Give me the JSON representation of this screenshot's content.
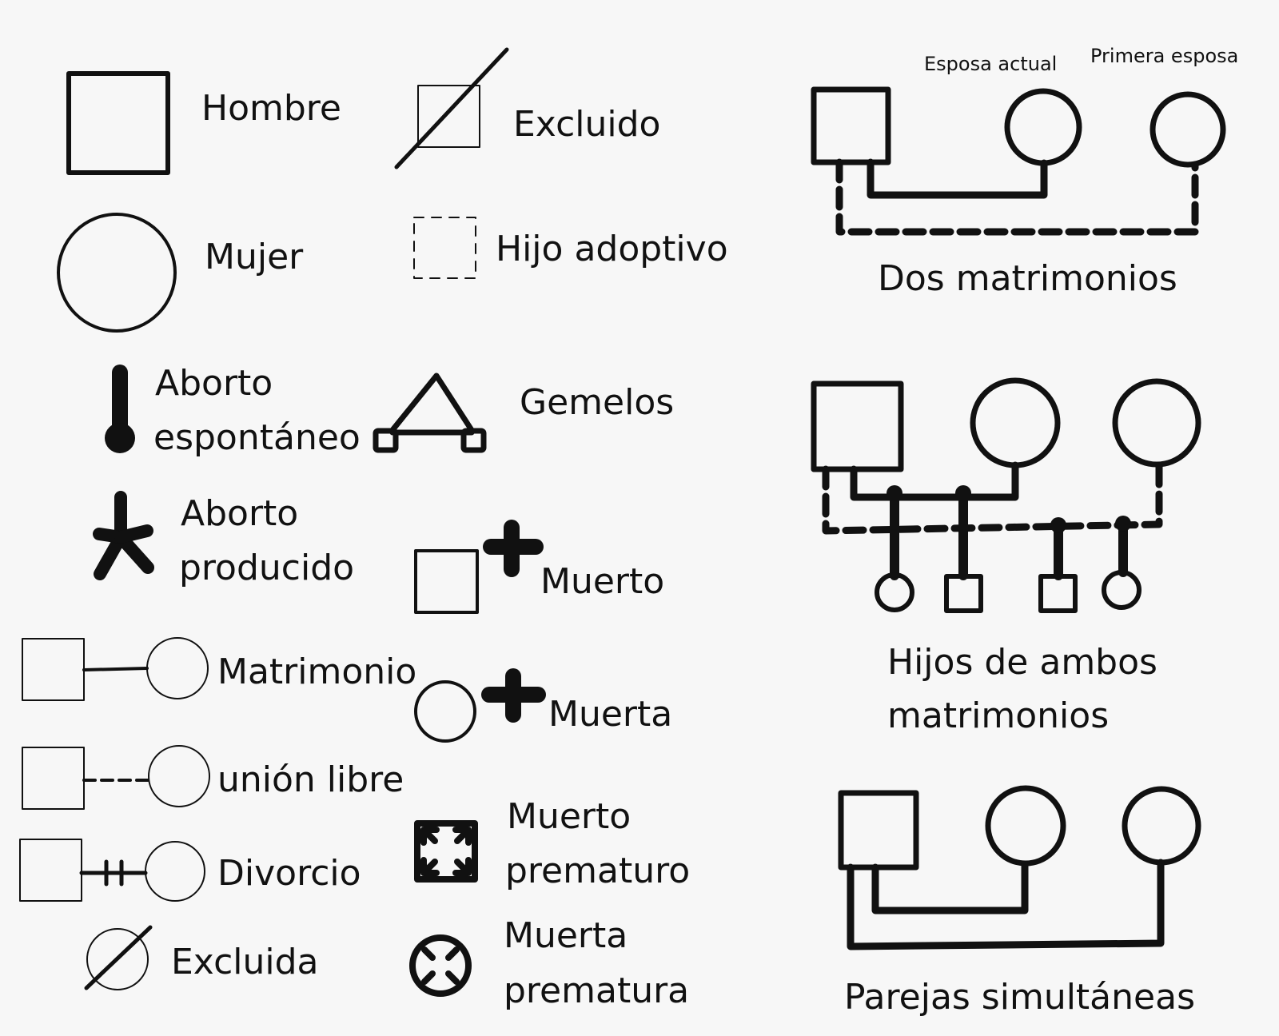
{
  "legend": {
    "hombre": "Hombre",
    "mujer": "Mujer",
    "aborto_espontaneo": [
      "Aborto",
      "espontáneo"
    ],
    "aborto_producido": [
      "Aborto",
      "producido"
    ],
    "matrimonio": "Matrimonio",
    "union_libre": "unión libre",
    "divorcio": "Divorcio",
    "excluida": "Excluida",
    "excluido": "Excluido",
    "hijo_adoptivo": "Hijo adoptivo",
    "gemelos": "Gemelos",
    "muerto": "Muerto",
    "muerta": "Muerta",
    "muerto_prematuro": [
      "Muerto",
      "prematuro"
    ],
    "muerta_prematura": [
      "Muerta",
      "prematura"
    ]
  },
  "examples": {
    "dos_matrimonios": {
      "title": "Dos matrimonios",
      "esposa_actual": "Esposa actual",
      "primera_esposa": "Primera esposa"
    },
    "hijos_ambos": {
      "title": [
        "Hijos de ambos",
        "matrimonios"
      ]
    },
    "parejas_simultaneas": {
      "title": "Parejas simultáneas"
    }
  },
  "colors": {
    "ink": "#111111",
    "background": "#f7f7f7"
  }
}
